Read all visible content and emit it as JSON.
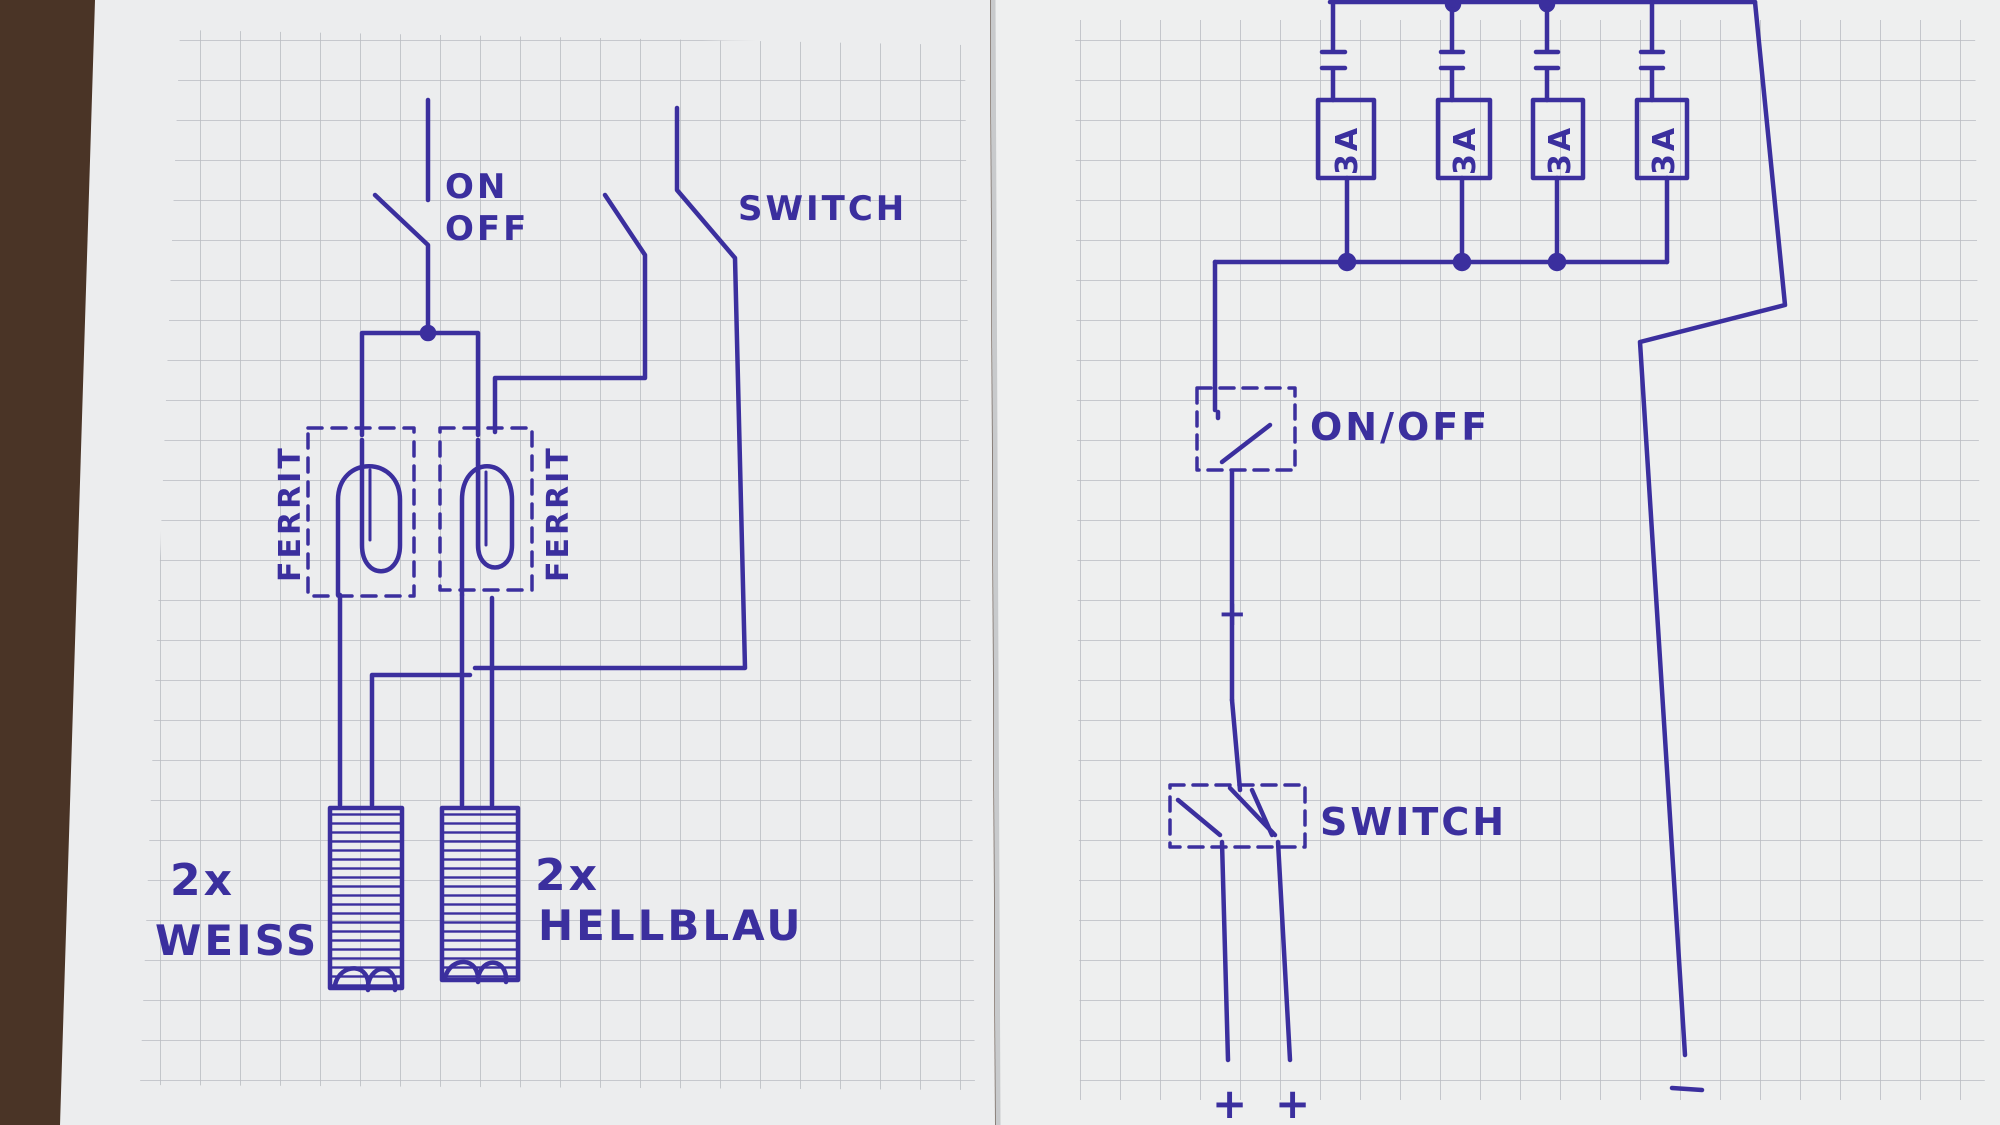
{
  "colors": {
    "ink": "#3b2f9e",
    "paper": "#ecedee",
    "grid": "#b9bcc2",
    "desk": "#4a3426"
  },
  "left_page": {
    "on_label": "ON",
    "off_label": "OFF",
    "switch_label": "SWITCH",
    "ferrite_left": "FERRIT",
    "ferrite_right": "FERRIT",
    "qty_left": "2x",
    "color_left": "WEISS",
    "qty_right": "2x",
    "color_right": "HELLBLAU"
  },
  "right_page": {
    "fuses": [
      "3A",
      "3A",
      "3A",
      "3A"
    ],
    "onoff_label": "ON/OFF",
    "switch_label": "SWITCH",
    "plus_mid": "+",
    "plus_a": "+",
    "plus_b": "+",
    "minus": "-"
  }
}
